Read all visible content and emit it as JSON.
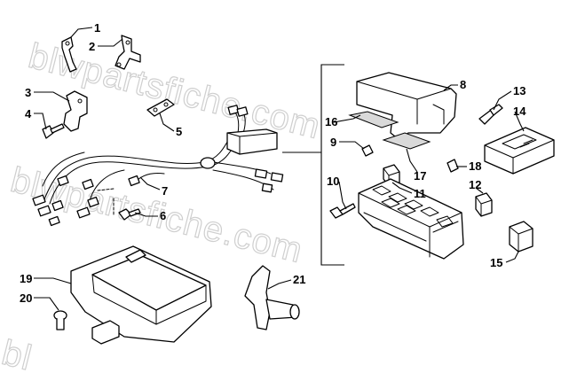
{
  "watermark": {
    "text_primary": "blwpartsfiche.com",
    "text_secondary": "blwpartsfiche.com",
    "text_tertiary": "bl"
  },
  "callouts": [
    {
      "id": "1",
      "label": "1"
    },
    {
      "id": "2",
      "label": "2"
    },
    {
      "id": "3",
      "label": "3"
    },
    {
      "id": "4",
      "label": "4"
    },
    {
      "id": "5",
      "label": "5"
    },
    {
      "id": "6",
      "label": "6"
    },
    {
      "id": "7",
      "label": "7"
    },
    {
      "id": "8",
      "label": "8"
    },
    {
      "id": "9",
      "label": "9"
    },
    {
      "id": "10",
      "label": "10"
    },
    {
      "id": "11",
      "label": "11"
    },
    {
      "id": "12",
      "label": "12"
    },
    {
      "id": "13",
      "label": "13"
    },
    {
      "id": "14",
      "label": "14"
    },
    {
      "id": "15",
      "label": "15"
    },
    {
      "id": "16",
      "label": "16"
    },
    {
      "id": "17",
      "label": "17"
    },
    {
      "id": "18",
      "label": "18"
    },
    {
      "id": "19",
      "label": "19"
    },
    {
      "id": "20",
      "label": "20"
    },
    {
      "id": "21",
      "label": "21"
    }
  ]
}
